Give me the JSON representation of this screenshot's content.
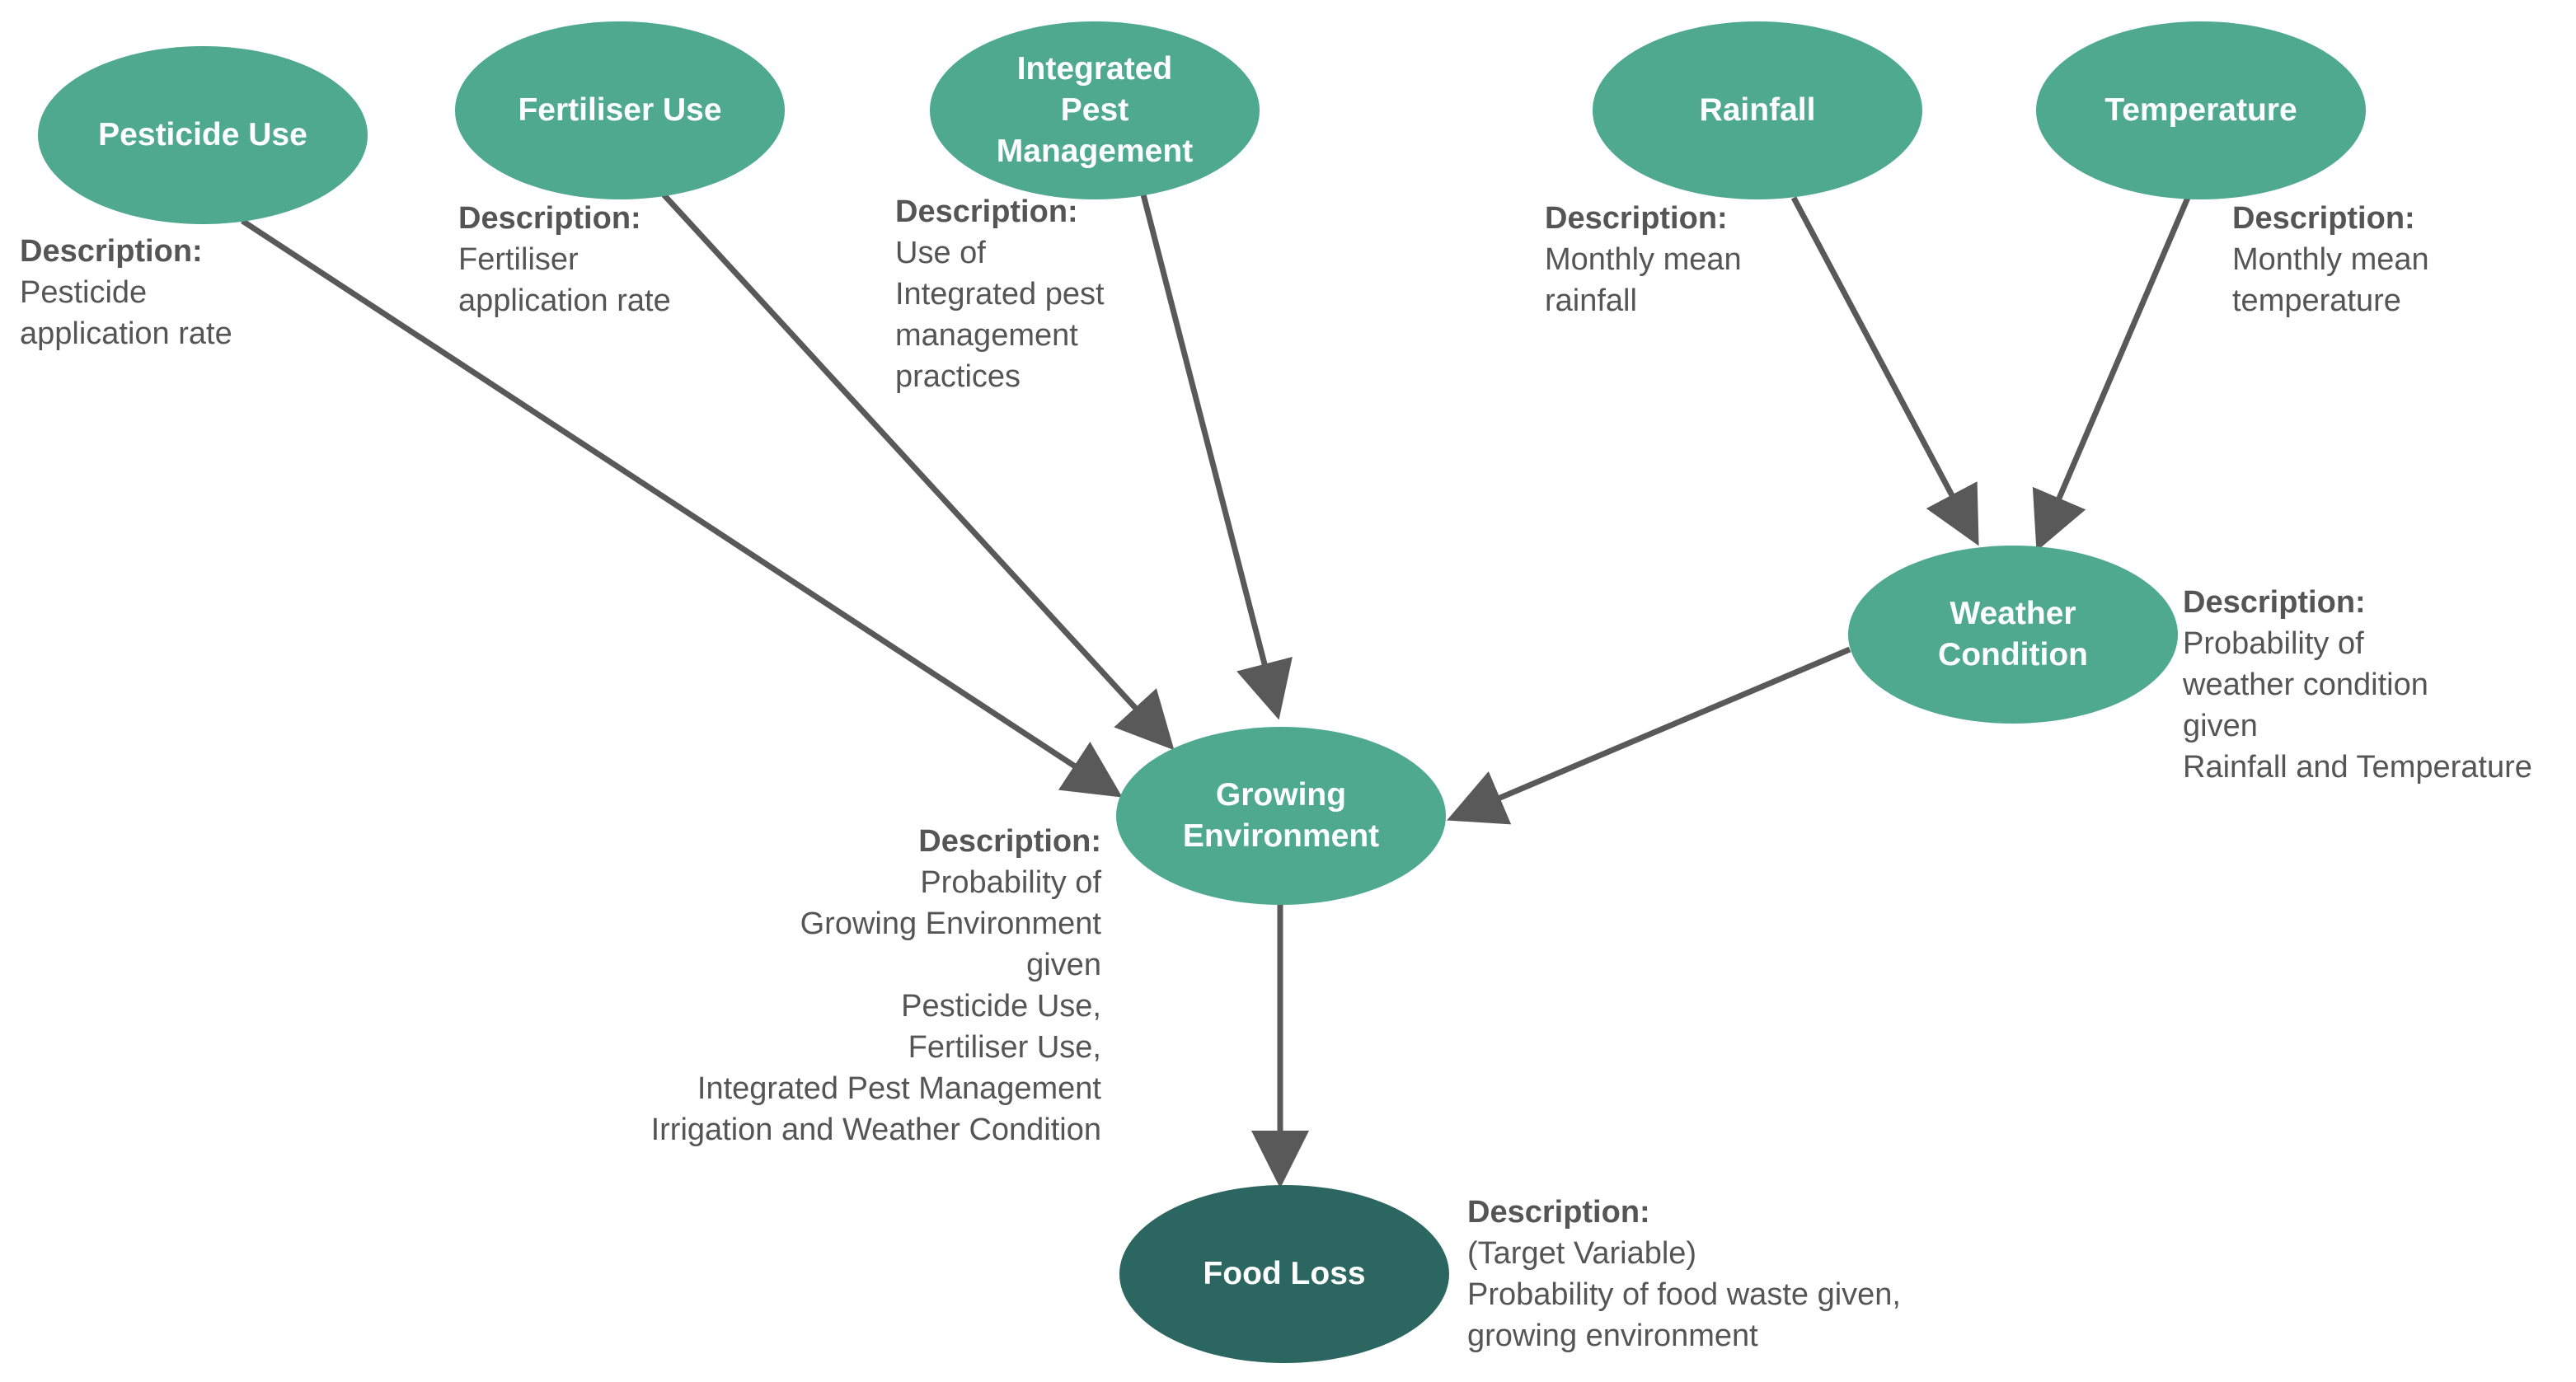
{
  "colors": {
    "node_fill": "#4ea98e",
    "target_fill": "#2b6660",
    "node_text": "#ffffff",
    "edge": "#595959",
    "desc_text": "#555555"
  },
  "nodes": {
    "pesticide_use": "Pesticide Use",
    "fertiliser_use": "Fertiliser Use",
    "ipm": "Integrated\nPest\nManagement",
    "rainfall": "Rainfall",
    "temperature": "Temperature",
    "weather_condition": "Weather\nCondition",
    "growing_environment": "Growing\nEnvironment",
    "food_loss": "Food Loss"
  },
  "descriptions": {
    "heading": "Description:",
    "pesticide_use": "Pesticide\napplication rate",
    "fertiliser_use": "Fertiliser\napplication rate",
    "ipm": "Use of\nIntegrated pest\nmanagement\npractices",
    "rainfall": "Monthly mean\nrainfall",
    "temperature": "Monthly mean\ntemperature",
    "weather_condition": "Probability of\nweather condition\ngiven\nRainfall and Temperature",
    "growing_environment": "Probability of\nGrowing Environment\ngiven\nPesticide Use,\nFertiliser Use,\nIntegrated Pest Management\nIrrigation and Weather Condition",
    "food_loss": "(Target Variable)\nProbability of food waste given,\ngrowing environment"
  }
}
